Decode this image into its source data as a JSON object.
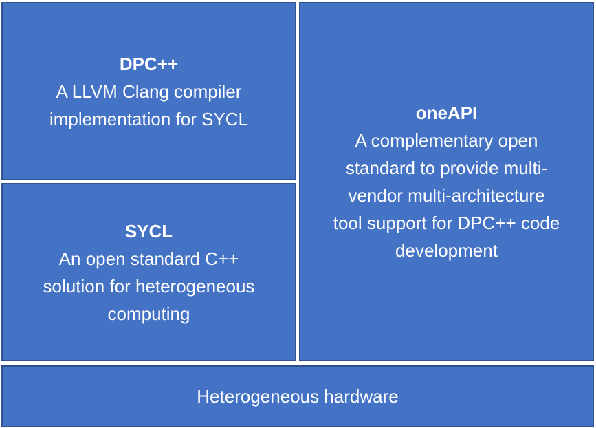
{
  "dpcpp": {
    "title": "DPC++",
    "description": "A LLVM Clang compiler\nimplementation for SYCL"
  },
  "sycl": {
    "title": "SYCL",
    "description": "An open standard C++\nsolution for heterogeneous\ncomputing"
  },
  "oneapi": {
    "title": "oneAPI",
    "description": "A complementary open\nstandard to provide multi-\nvendor multi-architecture\ntool support for DPC++ code\ndevelopment"
  },
  "hardware": {
    "label": "Heterogeneous hardware"
  },
  "colors": {
    "fill": "#4472C4",
    "border": "#2F528F"
  }
}
